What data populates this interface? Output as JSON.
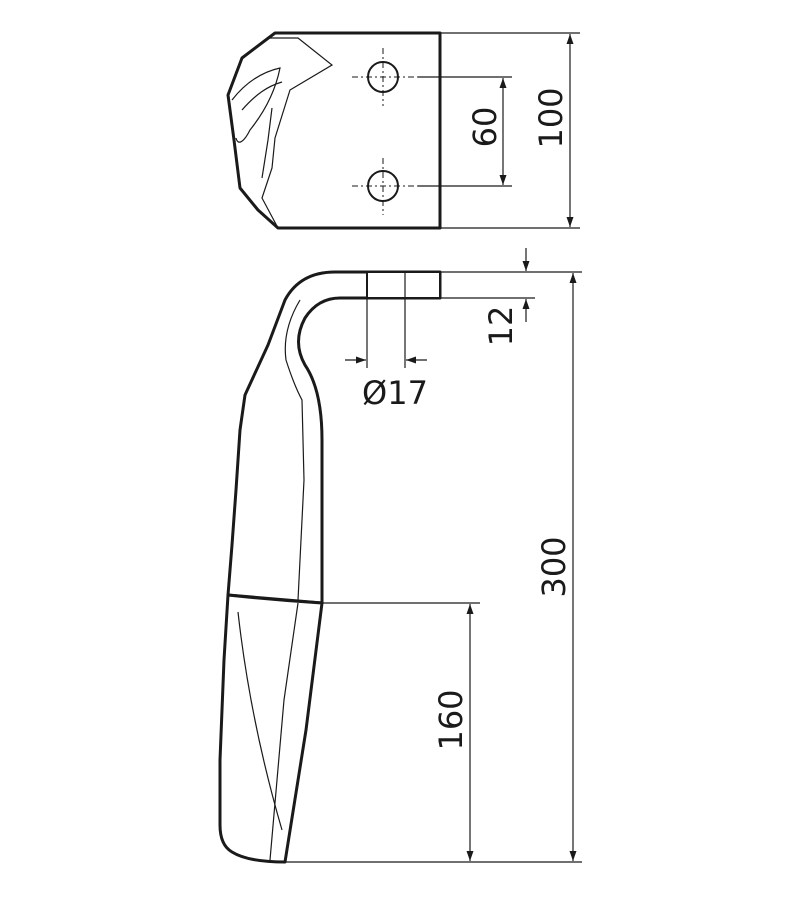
{
  "dimensions": {
    "top_height": "100",
    "hole_spacing": "60",
    "thickness": "12",
    "hole_diameter": "Ø17",
    "total_height": "300",
    "blade_length": "160"
  },
  "colors": {
    "line": "#1a1a1a",
    "background": "#ffffff"
  }
}
